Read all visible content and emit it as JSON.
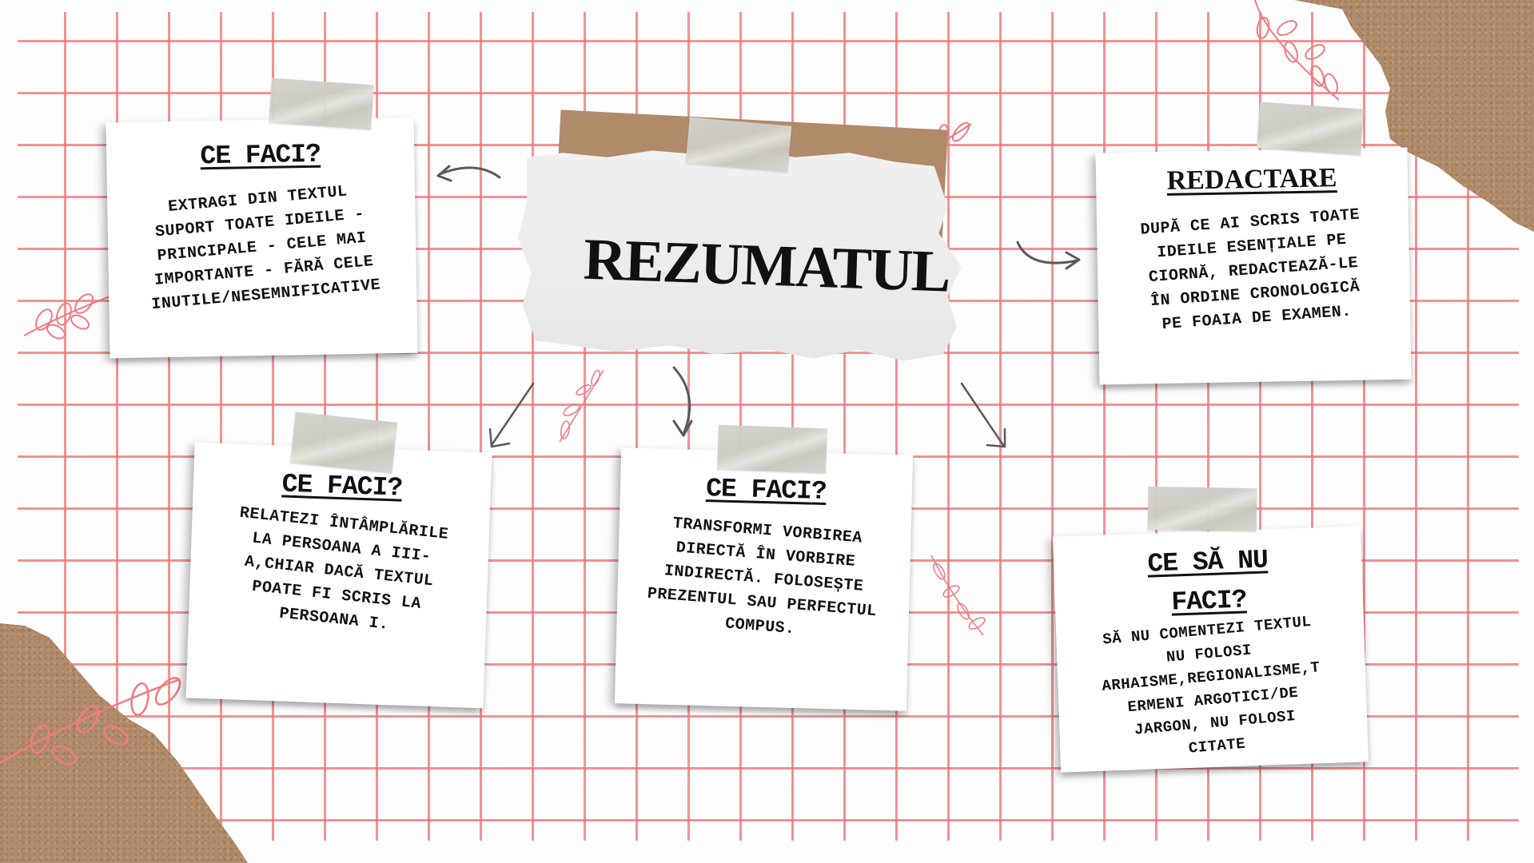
{
  "title": "REZUMATUL",
  "colors": {
    "grid_line": "#f06e73",
    "kraft": "#b08a69",
    "tape": "#d4d3cb",
    "card_bg": "#ffffff",
    "text": "#111111",
    "arrow": "#5a5a5a",
    "leaf": "#f07a80"
  },
  "cards": [
    {
      "id": "extract-ideas",
      "title": "CE FACI?",
      "body": "EXTRAGI DIN TEXTUL\nSUPORT TOATE IDEILE -\nPRINCIPALE - CELE MAI\nIMPORTANTE - FĂRĂ CELE\nINUTILE/NESEMNIFICATIVE"
    },
    {
      "id": "redactare",
      "title": "REDACTARE",
      "body": "DUPĂ CE AI SCRIS TOATE\nIDEILE ESENȚIALE PE\nCIORNĂ, REDACTEAZĂ-LE\nÎN ORDINE CRONOLOGICĂ\nPE FOAIA DE EXAMEN."
    },
    {
      "id": "third-person",
      "title": "CE FACI?",
      "body": "RELATEZI ÎNTÂMPLĂRILE\nLA PERSOANA A III-\nA,CHIAR DACĂ TEXTUL\nPOATE FI SCRIS LA\nPERSOANA I."
    },
    {
      "id": "indirect-speech",
      "title": "CE FACI?",
      "body": "TRANSFORMI VORBIREA\nDIRECTĂ ÎN VORBIRE\nINDIRECTĂ. FOLOSEȘTE\nPREZENTUL SAU PERFECTUL\nCOMPUS."
    },
    {
      "id": "donts",
      "title_line1": "CE SĂ NU",
      "title_line2": "FACI?",
      "body": "SĂ NU COMENTEZI TEXTUL\nNU FOLOSI\nARHAISME,REGIONALISME,T\nERMENI ARGOTICI/DE\nJARGON, NU FOLOSI\nCITATE"
    }
  ],
  "icons": {
    "arrows": [
      "curved-arrow-left",
      "curved-arrow-right",
      "arrow-down-left",
      "curved-arrow-down",
      "arrow-down-right"
    ],
    "decorations": [
      "leaf-branch",
      "tape-strip",
      "kraft-paper-corner"
    ]
  }
}
